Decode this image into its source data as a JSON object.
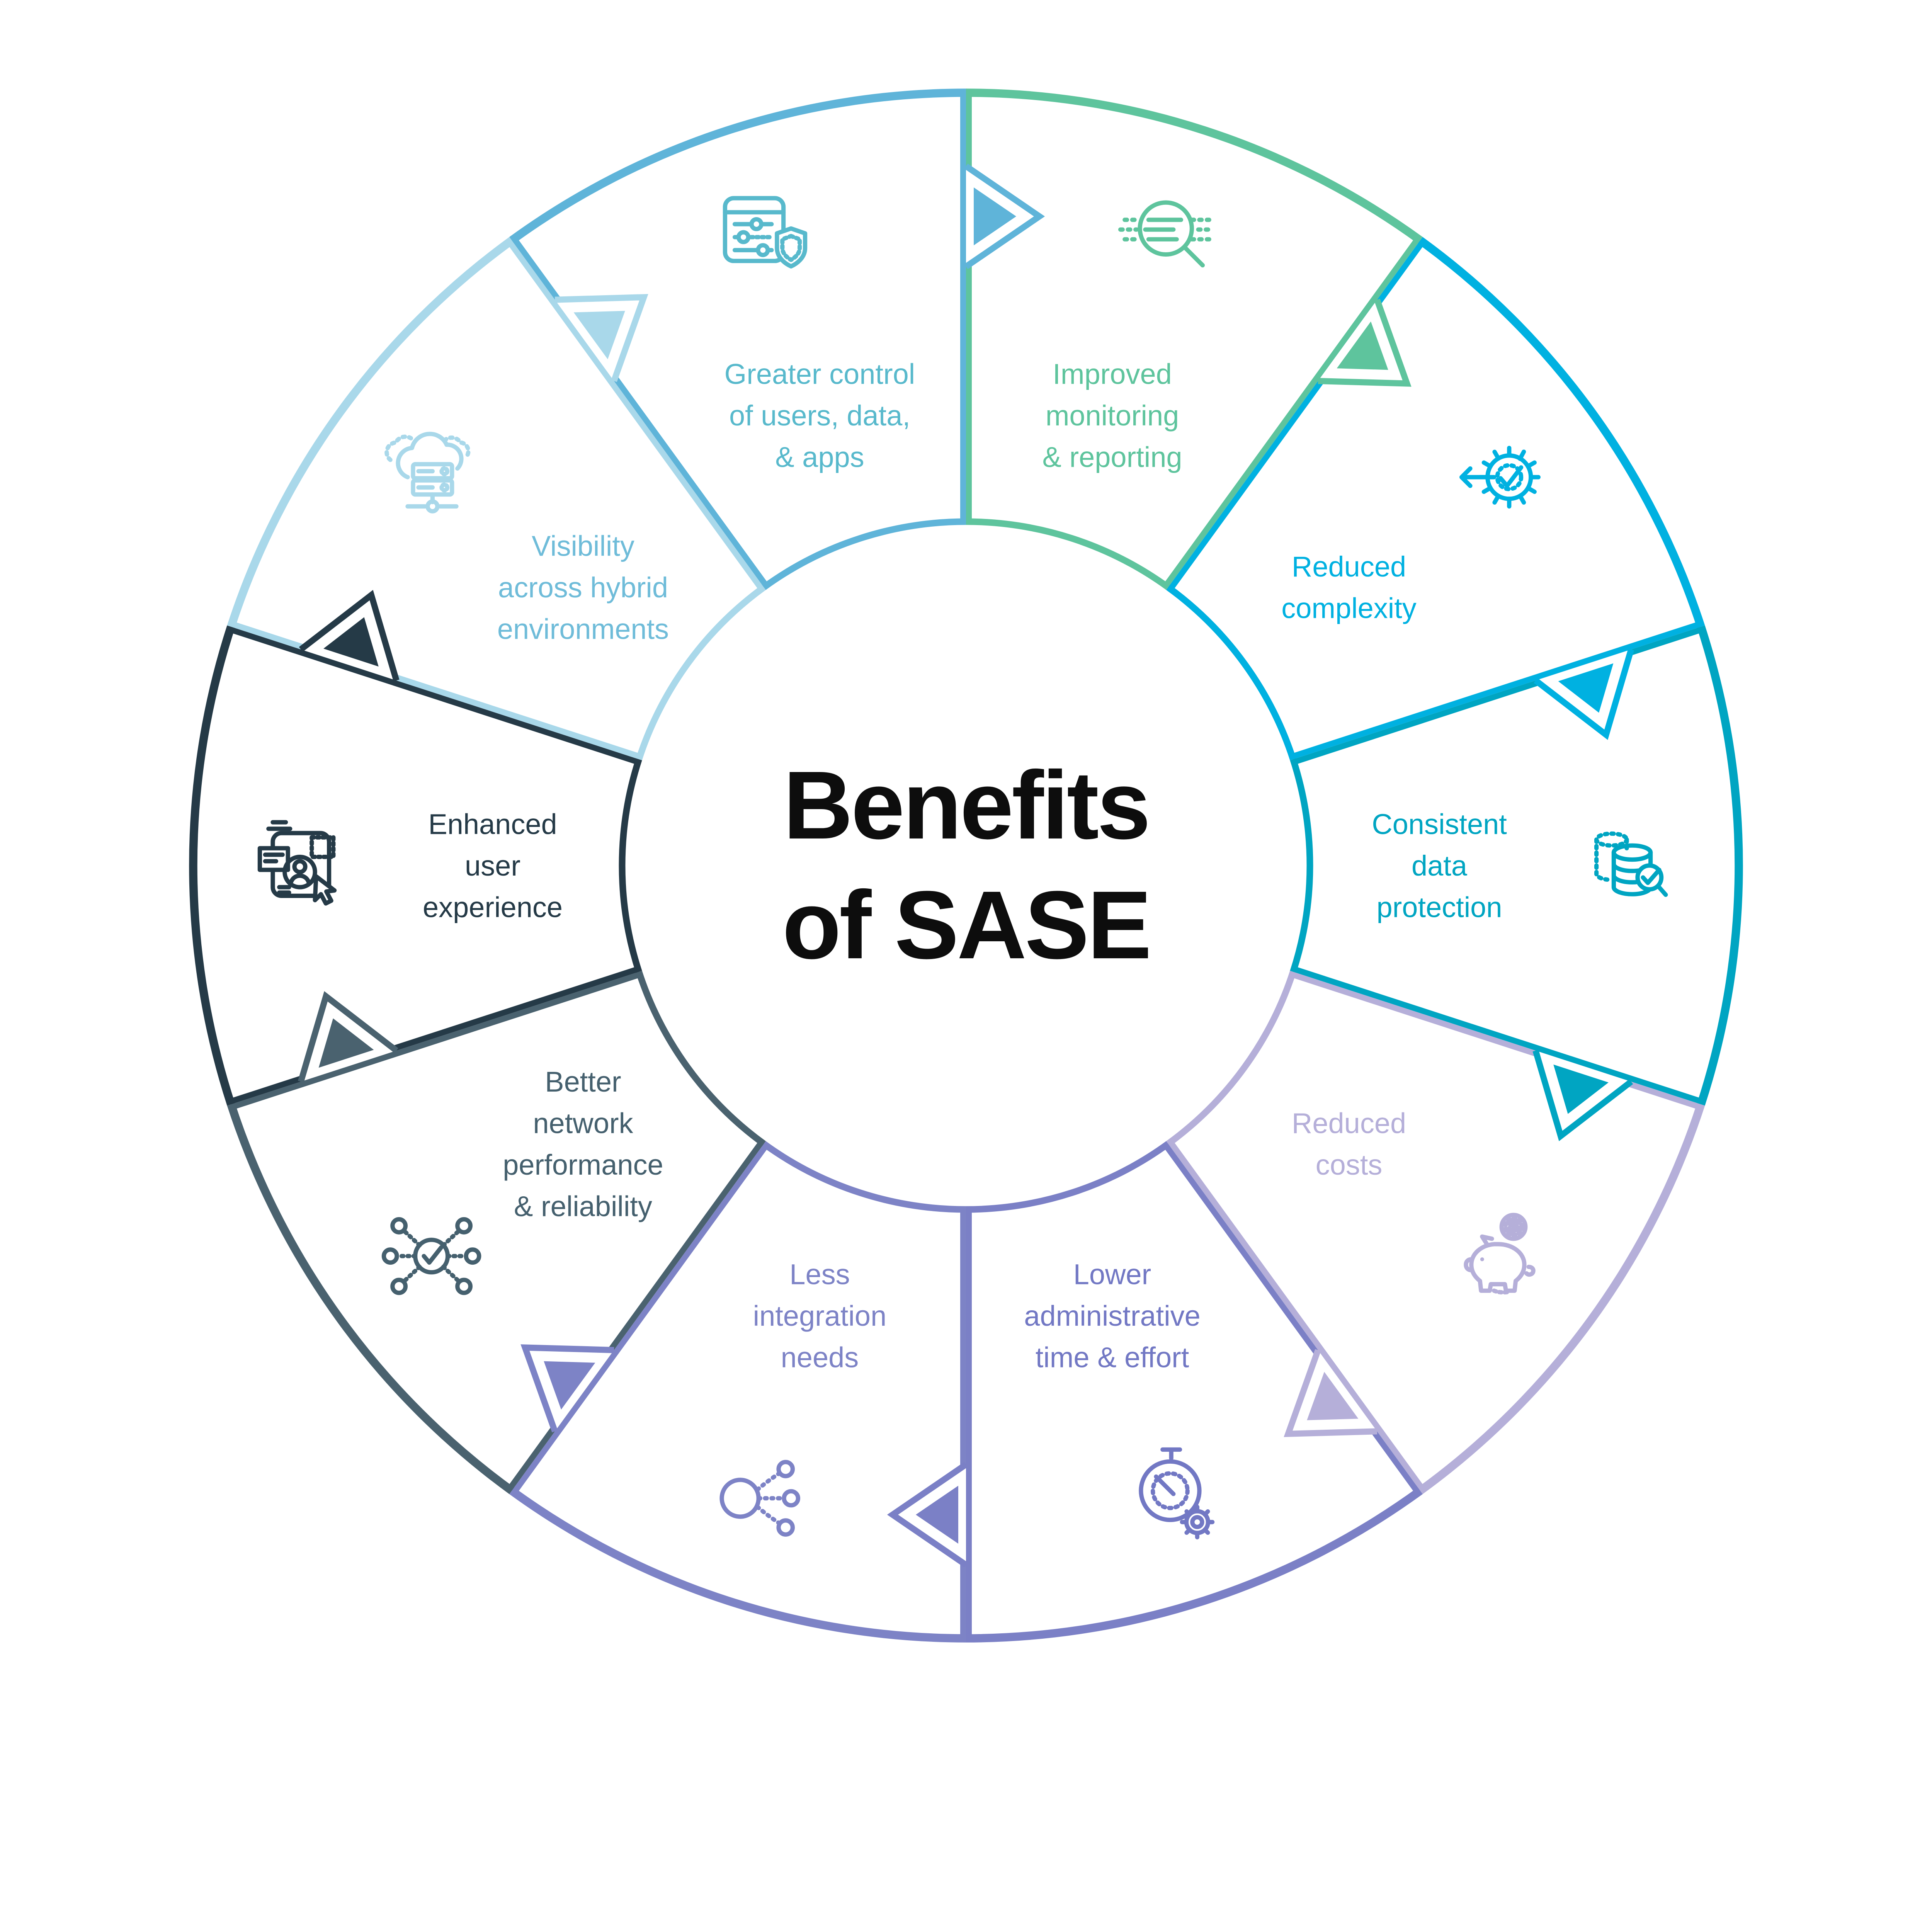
{
  "background": "#ffffff",
  "title": {
    "line1": "Benefits",
    "line2": "of SASE",
    "color": "#0d0d0d"
  },
  "wheel": {
    "description": "Benefits of SASE circular diagram, 10 segments clockwise from top",
    "segments": [
      {
        "id": "improved-monitoring-reporting",
        "label_lines": [
          "Improved",
          "monitoring",
          "& reporting"
        ],
        "color": "#5ec49d",
        "arc_color": "#5ec49d",
        "icon": "scan-magnifier-icon"
      },
      {
        "id": "reduced-complexity",
        "label_lines": [
          "Reduced",
          "complexity"
        ],
        "color": "#00b1e1",
        "arc_color": "#00b1e1",
        "icon": "gear-check-arrow-icon"
      },
      {
        "id": "consistent-data-protection",
        "label_lines": [
          "Consistent",
          "data",
          "protection"
        ],
        "color": "#00a5c2",
        "arc_color": "#00a5c2",
        "icon": "database-check-icon"
      },
      {
        "id": "reduced-costs",
        "label_lines": [
          "Reduced",
          "costs"
        ],
        "color": "#b5afd9",
        "arc_color": "#b5afd9",
        "icon": "piggy-bank-icon"
      },
      {
        "id": "lower-administrative-time-effort",
        "label_lines": [
          "Lower",
          "administrative",
          "time & effort"
        ],
        "color": "#7278c4",
        "arc_color": "#7b80c6",
        "icon": "stopwatch-gear-icon"
      },
      {
        "id": "less-integration-needs",
        "label_lines": [
          "Less",
          "integration",
          "needs"
        ],
        "color": "#7d83c6",
        "arc_color": "#7d83c6",
        "icon": "hub-branches-icon"
      },
      {
        "id": "better-network-performance-reliability",
        "label_lines": [
          "Better",
          "network",
          "performance",
          "& reliability"
        ],
        "color": "#45606e",
        "arc_color": "#4a626f",
        "icon": "network-check-icon"
      },
      {
        "id": "enhanced-user-experience",
        "label_lines": [
          "Enhanced",
          "user",
          "experience"
        ],
        "color": "#253a47",
        "arc_color": "#253a47",
        "icon": "window-user-cursor-icon"
      },
      {
        "id": "visibility-across-hybrid-environments",
        "label_lines": [
          "Visibility",
          "across hybrid",
          "environments"
        ],
        "color": "#6fbcd9",
        "arc_color": "#a9d8ea",
        "icon": "cloud-server-icon"
      },
      {
        "id": "greater-control-users-data-apps",
        "label_lines": [
          "Greater control",
          "of users, data,",
          "& apps"
        ],
        "color": "#58b9cc",
        "arc_color": "#5fb4d9",
        "icon": "window-sliders-shield-icon"
      }
    ]
  }
}
